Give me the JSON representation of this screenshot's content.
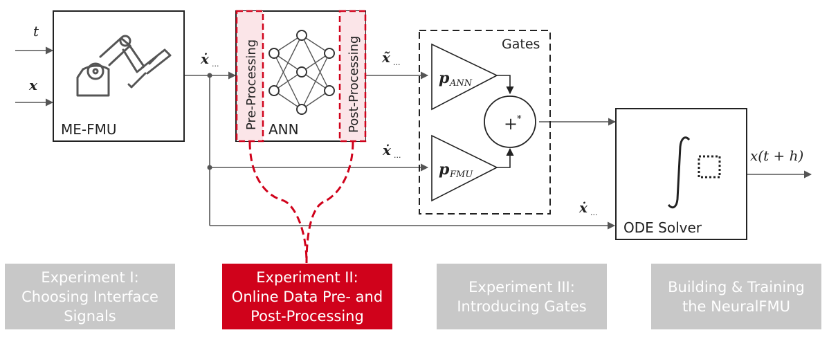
{
  "fmu": {
    "label": "ME-FMU"
  },
  "inputs": {
    "t": "t",
    "x": "x"
  },
  "ann": {
    "label": "ANN",
    "pre": "Pre-Processing",
    "post": "Post-Processing"
  },
  "signals": {
    "xdot_base": "ẋ",
    "xtilde_base": "x̃",
    "dots": "..."
  },
  "gates": {
    "label": "Gates",
    "p_ann_base": "p",
    "p_ann_sub": "ANN",
    "p_fmu_base": "p",
    "p_fmu_sub": "FMU",
    "sum": "+",
    "sum_sup": "*"
  },
  "solver": {
    "label": "ODE Solver",
    "output": "x(t + h)"
  },
  "experiments": [
    {
      "lines": [
        "Experiment I:",
        "Choosing Interface",
        "Signals"
      ],
      "highlighted": false
    },
    {
      "lines": [
        "Experiment II:",
        "Online Data Pre- and",
        "Post-Processing"
      ],
      "highlighted": true
    },
    {
      "lines": [
        "Experiment III:",
        "Introducing Gates"
      ],
      "highlighted": false
    },
    {
      "lines": [
        "Building & Training",
        "the NeuralFMU"
      ],
      "highlighted": false
    }
  ],
  "colors": {
    "accent": "#d0021b",
    "accent_fill": "#fbe5e8",
    "inactive": "#c8c8c8",
    "line": "#555555"
  }
}
